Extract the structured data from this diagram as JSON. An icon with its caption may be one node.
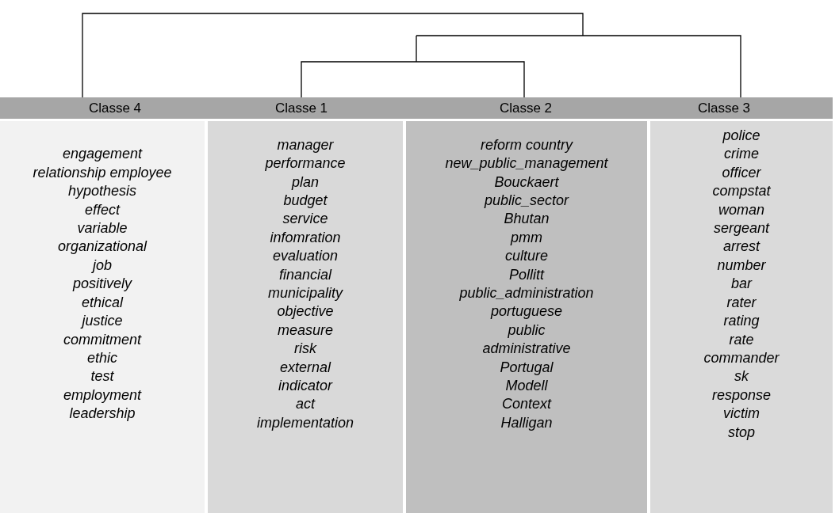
{
  "diagram": {
    "nodes": [
      {
        "text": [
          "Classe 4",
          "engagement",
          "relationship employee",
          "hypothesis",
          "effect",
          "variable",
          "organizational",
          "job",
          "positively",
          "ethical",
          "justice",
          "commitment",
          "ethic",
          "test",
          "employment",
          "leadership"
        ]
      },
      {
        "text": [
          "Classe 1",
          "manager",
          "performance",
          "plan",
          "budget",
          "service",
          "infomration",
          "evaluation",
          "financial",
          "municipality",
          "objective",
          "measure",
          "risk",
          "external",
          "indicator",
          "act",
          "implementation"
        ]
      },
      {
        "text": [
          "Classe 2",
          "reform country",
          "new_public_management",
          "Bouckaert",
          "public_sector",
          "Bhutan",
          "pmm",
          "culture",
          "Pollitt",
          "public_administration",
          "portuguese",
          "public",
          "administrative",
          "Portugal",
          "Modell",
          "Context",
          "Halligan"
        ]
      },
      {
        "text": [
          "Classe 3",
          "police",
          "crime",
          "officer",
          "compstat",
          "woman",
          "sergeant",
          "arrest",
          "number",
          "bar",
          "rater",
          "rating",
          "rate",
          "commander",
          "sk",
          "response",
          "victim",
          "stop"
        ]
      }
    ]
  }
}
